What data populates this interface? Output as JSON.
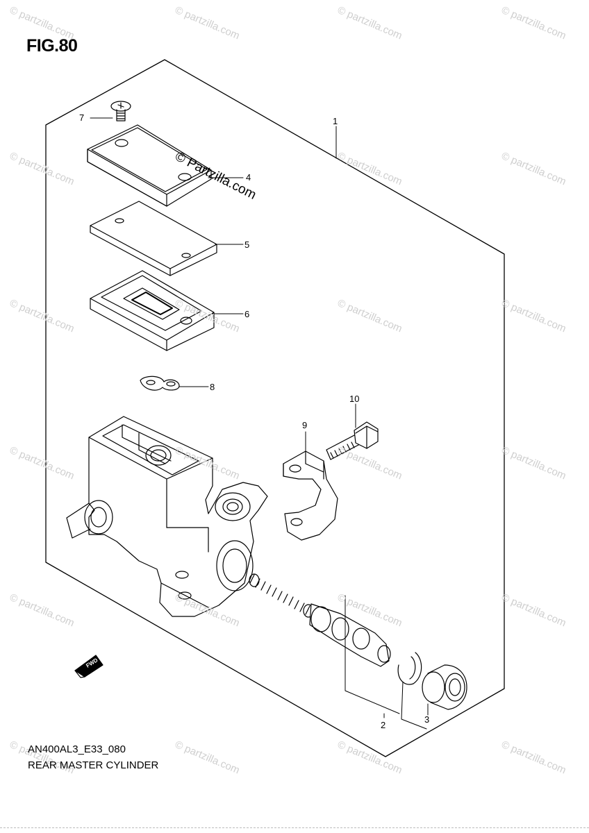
{
  "figure": {
    "title": "FIG.80",
    "code": "AN400AL3_E33_080",
    "description": "REAR MASTER CYLINDER",
    "watermark": "© Partzilla.com",
    "watermark_tile": "© partzilla.com",
    "direction_label": "FWD"
  },
  "callouts": [
    {
      "id": "1",
      "label": "1",
      "part": "master-cylinder-assembly"
    },
    {
      "id": "2",
      "label": "2",
      "part": "piston-set"
    },
    {
      "id": "3",
      "label": "3",
      "part": "boot"
    },
    {
      "id": "4",
      "label": "4",
      "part": "reservoir-cap"
    },
    {
      "id": "5",
      "label": "5",
      "part": "diaphragm-plate"
    },
    {
      "id": "6",
      "label": "6",
      "part": "diaphragm"
    },
    {
      "id": "7",
      "label": "7",
      "part": "cap-screw"
    },
    {
      "id": "8",
      "label": "8",
      "part": "clip"
    },
    {
      "id": "9",
      "label": "9",
      "part": "clamp"
    },
    {
      "id": "10",
      "label": "10",
      "part": "bolt"
    }
  ],
  "colors": {
    "line": "#000000",
    "watermark": "#cfcfcf",
    "background": "#ffffff"
  }
}
